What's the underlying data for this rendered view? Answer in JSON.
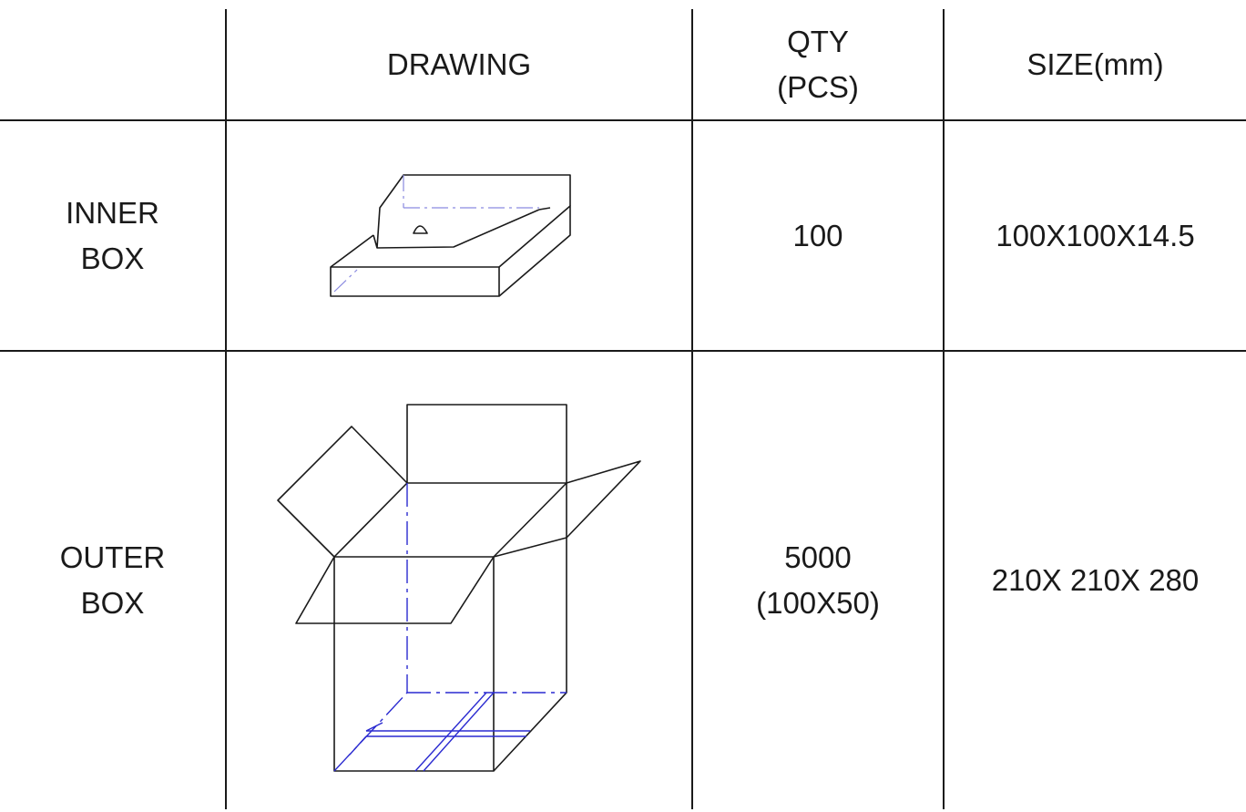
{
  "table": {
    "headers": {
      "drawing": "DRAWING",
      "qty_line1": "QTY",
      "qty_line2": "(PCS)",
      "size": "SIZE(mm)"
    },
    "rows": [
      {
        "label_line1": "INNER",
        "label_line2": "BOX",
        "qty_line1": "100",
        "qty_line2": "",
        "size": "100X100X14.5",
        "drawing_icon": "inner-box-drawing"
      },
      {
        "label_line1": "OUTER",
        "label_line2": "BOX",
        "qty_line1": "5000",
        "qty_line2": "(100X50)",
        "size": "210X 210X 280",
        "drawing_icon": "outer-box-drawing"
      }
    ],
    "colors": {
      "rule": "#1a1a1a",
      "line_art": "#1a1a1a",
      "hidden_lines": "#2a2ad0"
    }
  }
}
